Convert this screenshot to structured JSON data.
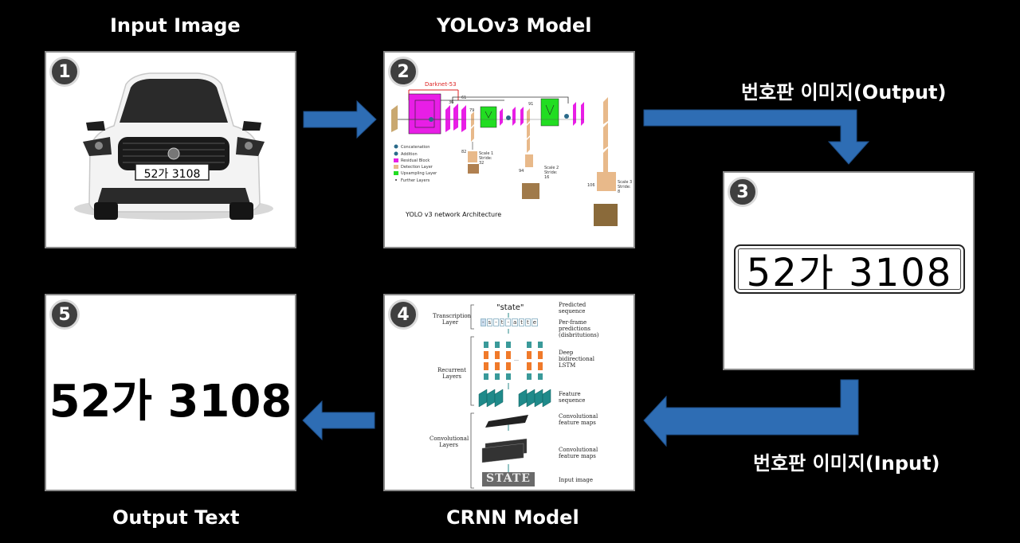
{
  "captions": {
    "input_image": "Input Image",
    "yolo_model": "YOLOv3 Model",
    "output_text": "Output Text",
    "crnn_model": "CRNN Model",
    "plate_output": "번호판 이미지(Output)",
    "plate_input": "번호판 이미지(Input)"
  },
  "badges": [
    "1",
    "2",
    "3",
    "4",
    "5"
  ],
  "panel1": {
    "plate_text": "52가 3108"
  },
  "panel2": {
    "darknet_label": "Darknet-53",
    "numbers": [
      "36",
      "61",
      "79",
      "91",
      "82",
      "94",
      "106"
    ],
    "scales": [
      "Scale 1 Stride: 32",
      "Scale 2 Stride: 16",
      "Scale 3 Stride: 8"
    ],
    "legend": [
      "Concatenation",
      "Addition",
      "Residual Block",
      "Detection Layer",
      "Upsampling Layer",
      "Further Layers"
    ],
    "footer": "YOLO v3 network Architecture"
  },
  "panel3": {
    "plate_text": "52가 3108"
  },
  "panel4": {
    "output_word": "\"state\"",
    "seq_chars": [
      "-",
      "s",
      "-",
      "t",
      "-",
      "a",
      "t",
      "t",
      "e"
    ],
    "image_word": "STATE",
    "left_labels": [
      "Transcription Layer",
      "Recurrent Layers",
      "Convolutional Layers"
    ],
    "right_labels": [
      "Predicted sequence",
      "Per-frame predictions (disbritutions)",
      "Deep bidirectional LSTM",
      "Feature sequence",
      "Convolutional feature maps",
      "Convolutional feature maps",
      "Input image"
    ]
  },
  "panel5": {
    "text": "52가 3108"
  },
  "colors": {
    "arrow": "#2e6db4",
    "background": "#000000",
    "magenta": "#e81ee6",
    "green": "#22dd22",
    "tan": "#e8b98a",
    "teal": "#1f8a8a",
    "orange": "#f07a2a"
  }
}
